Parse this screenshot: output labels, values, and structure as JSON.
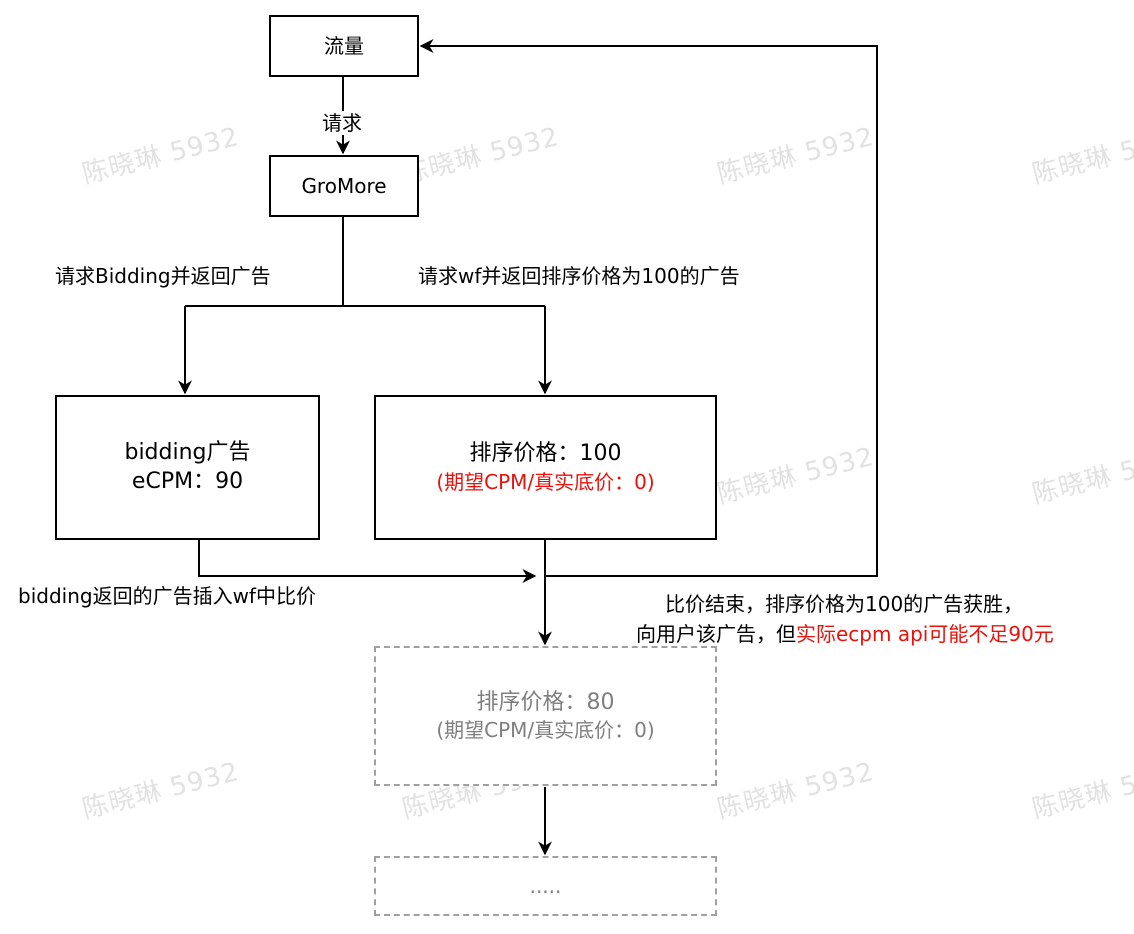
{
  "nodes": {
    "traffic": "流量",
    "gromore": "GroMore",
    "bidding": {
      "line1": "bidding广告",
      "line2": "eCPM：90"
    },
    "wf100": {
      "line1": "排序价格：100",
      "line2": "(期望CPM/真实底价：0)"
    },
    "wf80": {
      "line1": "排序价格：80",
      "line2": "(期望CPM/真实底价：0)"
    },
    "more": "....."
  },
  "edges": {
    "request": "请求",
    "request_bidding": "请求Bidding并返回广告",
    "request_wf": "请求wf并返回排序价格为100的广告",
    "bidding_insert": "bidding返回的广告插入wf中比价"
  },
  "result": {
    "line1": "比价结束，排序价格为100的广告获胜，",
    "line2_plain": "向用户该广告，但",
    "line2_red": "实际ecpm api可能不足90元"
  },
  "watermark": "陈晓琳 5932",
  "colors": {
    "highlight": "#e8120c",
    "dashed": "#a0a0a0",
    "watermark": "#e2e2e2"
  }
}
